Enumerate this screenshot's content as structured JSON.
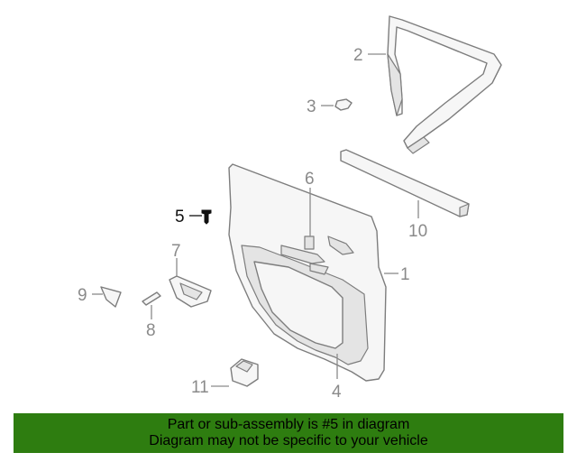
{
  "callouts": {
    "c1": "1",
    "c2": "2",
    "c3": "3",
    "c4": "4",
    "c5": "5",
    "c6": "6",
    "c7": "7",
    "c8": "8",
    "c9": "9",
    "c10": "10",
    "c11": "11"
  },
  "highlighted_part": "5",
  "colors": {
    "banner_bg": "#2e7d10",
    "callout_text": "#8a8a8a",
    "highlight_text": "#111111"
  },
  "banner": {
    "line1": "Part or sub-assembly is #5 in diagram",
    "line2": "Diagram may not be specific to your vehicle"
  }
}
